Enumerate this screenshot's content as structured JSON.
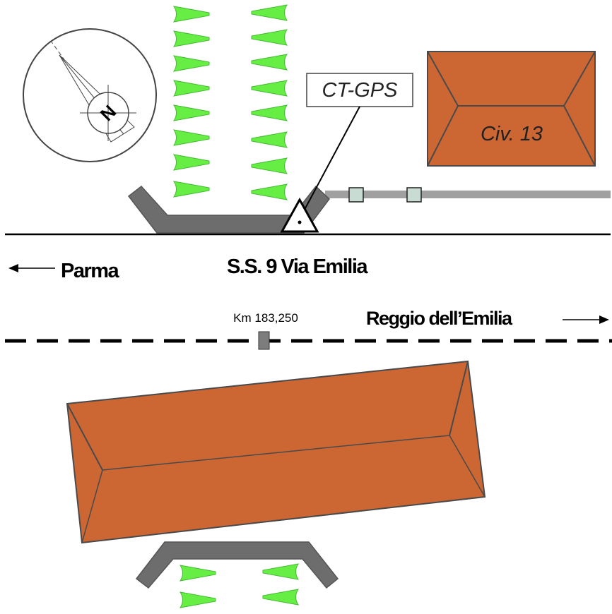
{
  "road": {
    "name": "S.S. 9 Via Emilia",
    "left_destination": "Parma",
    "right_destination": "Reggio dell’Emilia",
    "milestone": "Km 183,250"
  },
  "station": {
    "label": "CT-GPS"
  },
  "buildings": {
    "north_label": "Civ. 13"
  },
  "compass": {
    "letter": "N"
  },
  "colors": {
    "roof": "#cc6633",
    "roof_edge": "#4a4a4a",
    "curb": "#6d6d6d",
    "vegetation": "#66ee44",
    "fence": "#a0a0a0",
    "fence_post": "#c8dcd4"
  }
}
